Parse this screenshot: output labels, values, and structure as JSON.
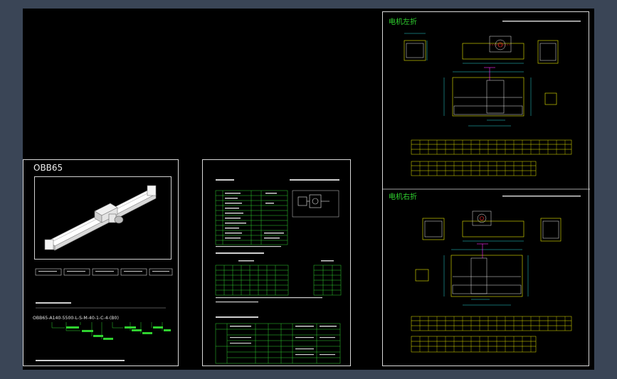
{
  "colors": {
    "background": "#3a4556",
    "canvas": "#000000",
    "frame": "#d8d8d8",
    "yellow": "#e8e800",
    "green": "#2fd12f",
    "cyan": "#27d8d8",
    "magenta": "#ff2fff",
    "red": "#ff3030"
  },
  "sheet_a": {
    "title": "OBB65",
    "model_code": "OBB65-A140-5500-L-S-M-40-1-C-4-(B0)"
  },
  "sheet_c": {
    "left_title": "电机左折",
    "right_title": "电机右折"
  },
  "icons": [
    "product-3d-view-icon",
    "motor-icon",
    "linear-module-drawing-icon"
  ]
}
